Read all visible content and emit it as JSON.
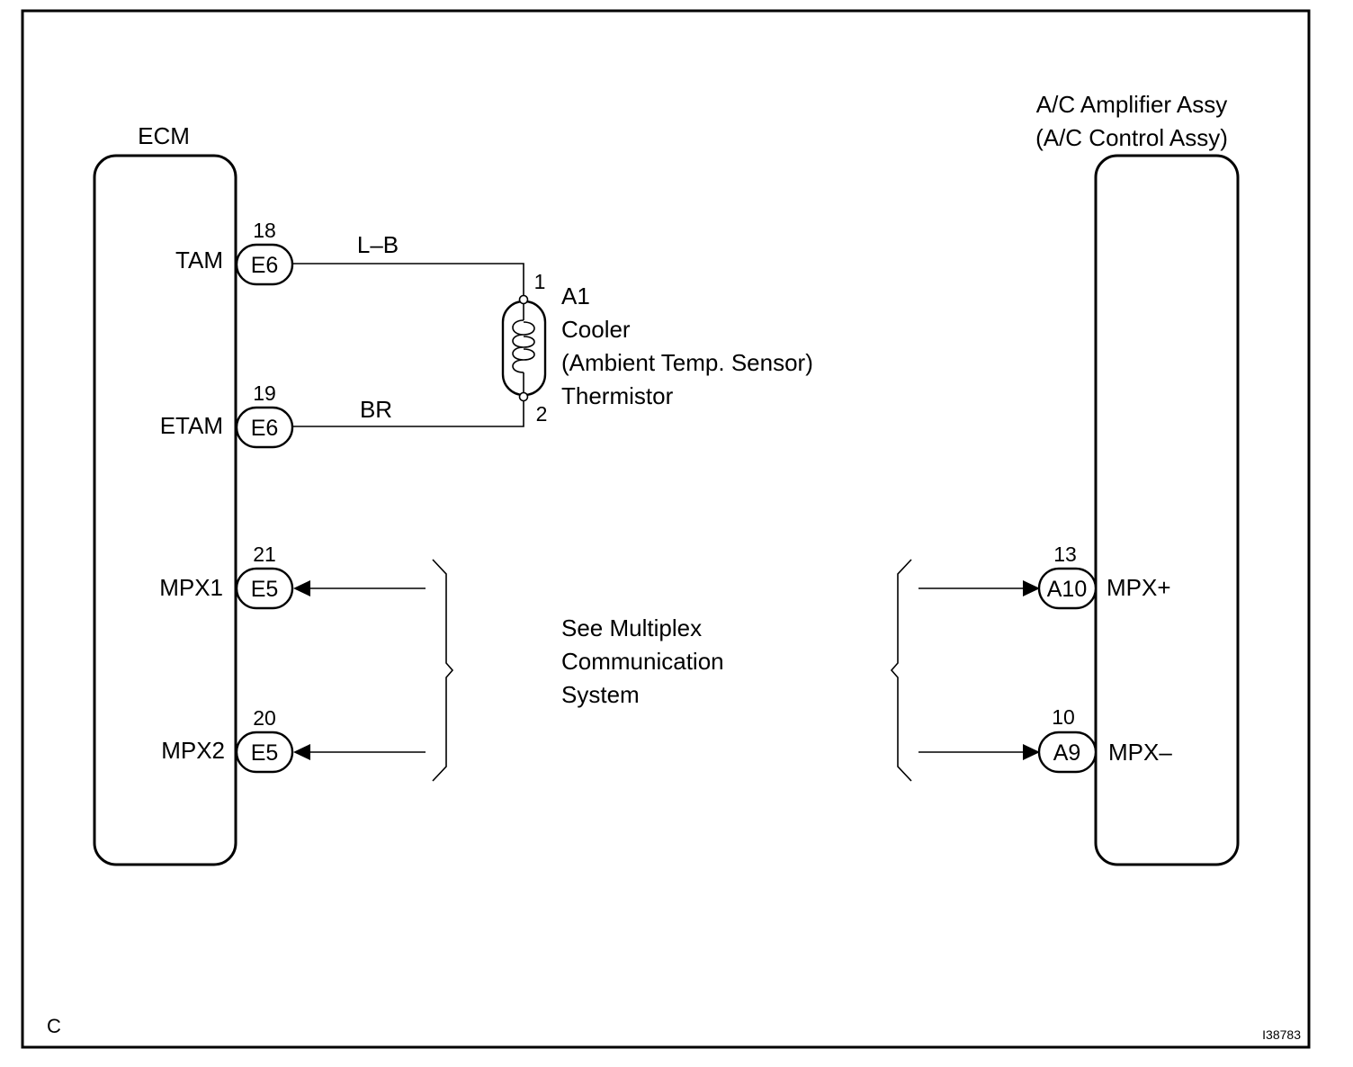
{
  "ecm": {
    "title": "ECM",
    "terminals": [
      {
        "name": "TAM",
        "pin": "18",
        "connector": "E6"
      },
      {
        "name": "ETAM",
        "pin": "19",
        "connector": "E6"
      },
      {
        "name": "MPX1",
        "pin": "21",
        "connector": "E5"
      },
      {
        "name": "MPX2",
        "pin": "20",
        "connector": "E5"
      }
    ]
  },
  "amplifier": {
    "title_line1": "A/C Amplifier Assy",
    "title_line2": "(A/C Control Assy)",
    "terminals": [
      {
        "name": "MPX+",
        "pin": "13",
        "connector": "A10"
      },
      {
        "name": "MPX–",
        "pin": "10",
        "connector": "A9"
      }
    ]
  },
  "wires": {
    "top": "L–B",
    "bottom": "BR"
  },
  "sensor": {
    "pin_top": "1",
    "pin_bottom": "2",
    "lines": [
      "A1",
      "Cooler",
      "(Ambient Temp. Sensor)",
      "Thermistor"
    ]
  },
  "multiplex_note": {
    "lines": [
      "See Multiplex",
      "Communication",
      "System"
    ]
  },
  "footer": {
    "corner_letter": "C",
    "figure_id": "I38783"
  }
}
